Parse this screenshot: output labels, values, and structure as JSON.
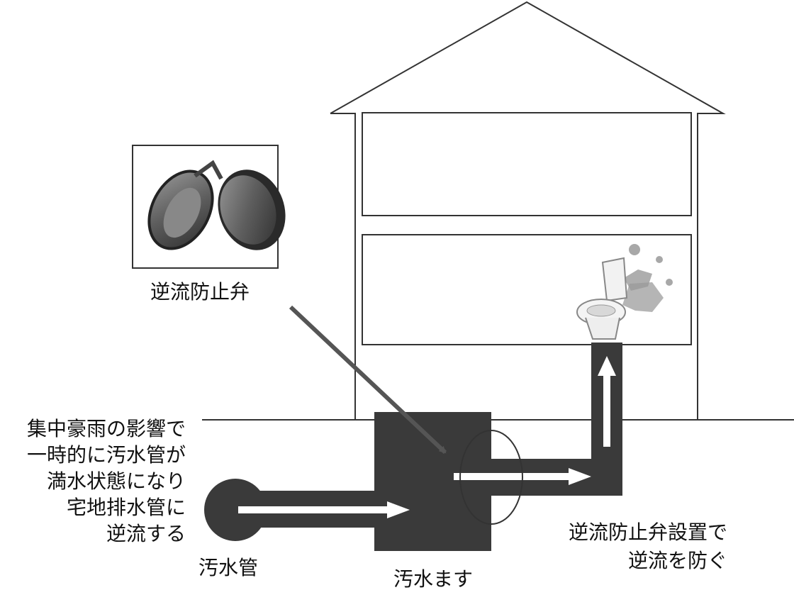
{
  "labels": {
    "valve_caption": "逆流防止弁",
    "sewer_pipe": "汚水管",
    "sewage_basin": "汚水ます",
    "left_note": [
      "集中豪雨の影響で",
      "一時的に汚水管が",
      "満水状態になり",
      "宅地排水管に",
      "逆流する"
    ],
    "right_note": [
      "逆流防止弁設置で",
      "逆流を防ぐ"
    ]
  },
  "icons": {
    "valve": "check-valve-icon",
    "toilet": "toilet-overflow-icon"
  },
  "colors": {
    "pipe": "#3a3a3a",
    "line": "#333333",
    "arrow": "#ffffff",
    "pointer": "#555555",
    "splash": "#a8a8a8"
  }
}
